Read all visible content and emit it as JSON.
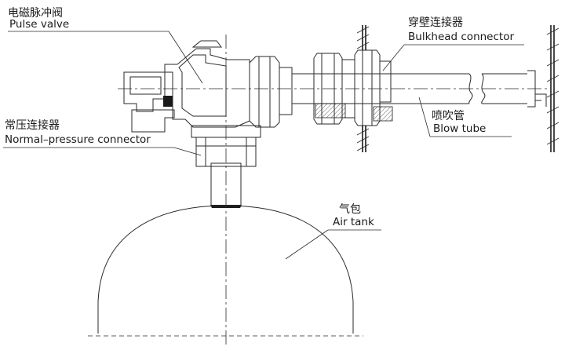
{
  "labels": {
    "pulse_valve_cn": "电磁脉冲阀",
    "pulse_valve_en": "Pulse valve",
    "bulkhead_cn": "穿壁连接器",
    "bulkhead_en": "Bulkhead connector",
    "normal_cn": "常压连接器",
    "normal_en": "Normal–pressure connector",
    "blow_cn": "喷吹管",
    "blow_en": "Blow tube",
    "tank_cn": "气包",
    "tank_en": "Air tank"
  }
}
